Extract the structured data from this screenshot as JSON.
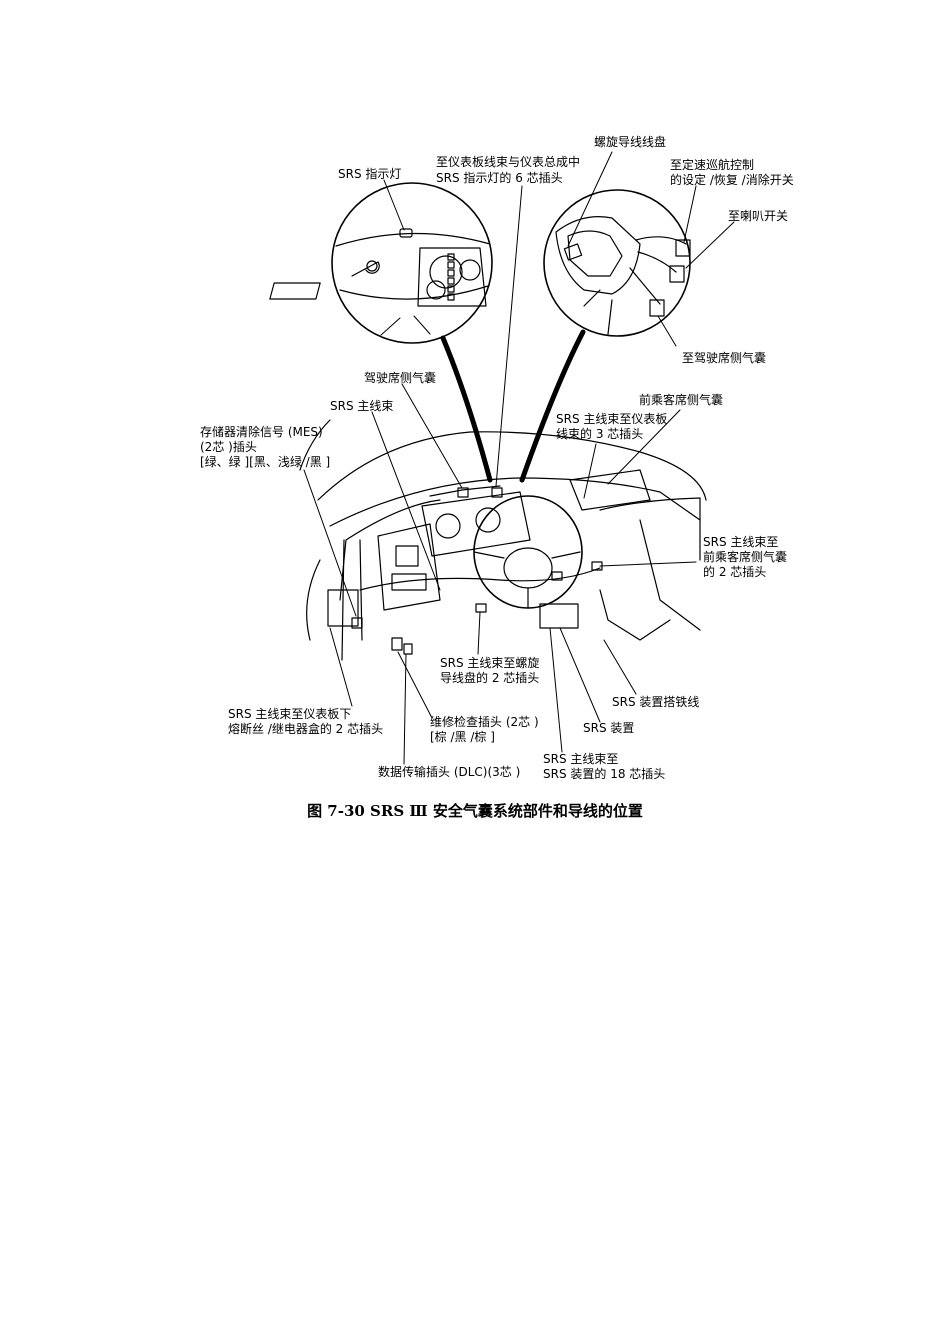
{
  "labels": {
    "srs_indicator": "SRS 指示灯",
    "six_pin_line1": "至仪表板线束与仪表总成中",
    "six_pin_line2": "SRS 指示灯的 6 芯插头",
    "clock_spring": "螺旋导线线盘",
    "cruise_line1": "至定速巡航控制",
    "cruise_line2": "的设定 /恢复 /消除开关",
    "horn_switch": "至喇叭开关",
    "driver_side_airbag_conn": "至驾驶席侧气囊",
    "driver_airbag": "驾驶席侧气囊",
    "passenger_airbag": "前乘客席侧气囊",
    "main_harness": "SRS 主线束",
    "mes_line1": "存储器清除信号 (MES)",
    "mes_line2": "(2芯 )插头",
    "mes_line3": "[绿、绿 ][黑、浅绿 /黑 ]",
    "three_pin_line1": "SRS 主线束至仪表板",
    "three_pin_line2": "线束的 3 芯插头",
    "pass_two_pin_line1": "SRS 主线束至",
    "pass_two_pin_line2": "前乘客席侧气囊",
    "pass_two_pin_line3": "的 2 芯插头",
    "clock_two_pin_line1": "SRS 主线束至螺旋",
    "clock_two_pin_line2": "导线盘的 2 芯插头",
    "ground_strap": "SRS 装置搭铁线",
    "fuse_line1": "SRS 主线束至仪表板下",
    "fuse_line2": "熔断丝 /继电器盒的 2 芯插头",
    "service_line1": "维修检查插头 (2芯 )",
    "service_line2": "[棕 /黑 /棕 ]",
    "srs_unit": "SRS 装置",
    "eighteen_line1": "SRS 主线束至",
    "eighteen_line2": "SRS 装置的 18 芯插头",
    "dlc": "数据传输插头 (DLC)(3芯 )"
  },
  "caption": "图 7-30  SRS  Ⅲ 安全气囊系统部件和导线的位置"
}
